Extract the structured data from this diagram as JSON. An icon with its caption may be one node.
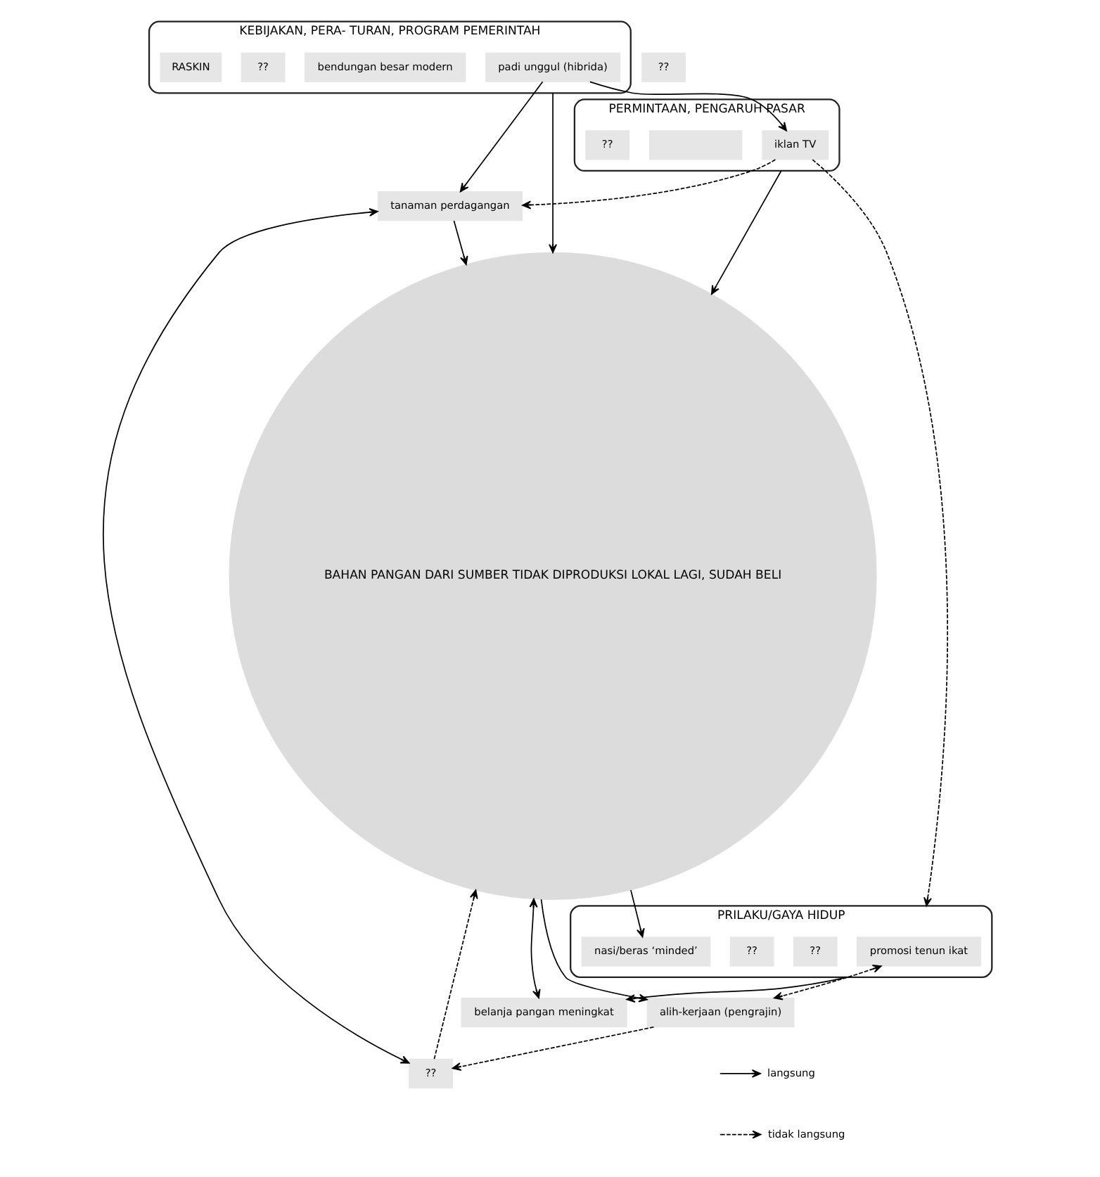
{
  "diagram": {
    "nodes": [
      {
        "text": [
          "KEBIJAKAN, PERA- TURAN, PROGRAM PEMERINTAH"
        ]
      },
      {
        "text": [
          "padi unggul (hibrida)"
        ],
        "in": 0
      },
      {
        "text": [
          "bendungan besar modern"
        ],
        "in": 0
      },
      {
        "text": [
          "??"
        ],
        "in": 0
      },
      {
        "text": [
          "RASKIN"
        ],
        "in": 0
      },
      {
        "text": [
          "PERMINTAAN, PENGARUH PASAR"
        ]
      },
      {
        "text": [
          "iklan TV"
        ],
        "in": 5
      },
      {
        "text": [],
        "shape": "box",
        "in": 5
      },
      {
        "text": [
          "??"
        ],
        "in": 5
      },
      {
        "text": [
          "tanaman perdagangan"
        ]
      },
      {
        "text": [
          "BAHAN PANGAN DARI SUMBER TIDAK DIPRODUKSI LOKAL LAGI, SUDAH BELI"
        ]
      },
      {
        "text": [
          "??"
        ]
      },
      {
        "text": [
          "??"
        ]
      },
      {
        "text": [
          "PRILAKU/GAYA HIDUP"
        ]
      },
      {
        "text": [
          "promosi tenun ikat"
        ],
        "in": 13
      },
      {
        "text": [
          "??"
        ],
        "in": 13
      },
      {
        "text": [
          "??"
        ],
        "in": 13
      },
      {
        "text": [
          "nasi/beras ‘minded’"
        ],
        "in": 13
      },
      {
        "text": [
          "alih-kerjaan (pengrajin)"
        ]
      },
      {
        "text": [
          "belanja pangan meningkat"
        ]
      }
    ],
    "edges": [
      {
        "from": 1,
        "to": 6,
        "arrow": "to"
      },
      {
        "from": 1,
        "to": 9,
        "arrow": "to"
      },
      {
        "from": 0,
        "to": 10,
        "arrow": "to"
      },
      {
        "from": 9,
        "to": 11,
        "arrow": "both"
      },
      {
        "from": 9,
        "to": 10,
        "arrow": "to"
      },
      {
        "from": 6,
        "to": 9,
        "arrow": "to",
        "style": "dashed"
      },
      {
        "from": 5,
        "to": 10,
        "arrow": "to"
      },
      {
        "from": 6,
        "to": 13,
        "arrow": "to",
        "style": "dashed"
      },
      {
        "from": 11,
        "to": 10,
        "arrow": "to",
        "style": "dashed"
      },
      {
        "from": 10,
        "to": 18,
        "arrow": "to"
      },
      {
        "from": 18,
        "to": 11,
        "arrow": "to",
        "style": "dashed"
      },
      {
        "from": 10,
        "to": 17,
        "arrow": "to"
      },
      {
        "from": 10,
        "to": 19,
        "arrow": "both"
      },
      {
        "from": 13,
        "to": 19,
        "arrow": "to"
      },
      {
        "from": 14,
        "to": 18,
        "arrow": "both",
        "style": "dashed"
      }
    ],
    "legend": [
      {
        "text": "langsung"
      },
      {
        "text": "tidak langsung"
      }
    ]
  }
}
